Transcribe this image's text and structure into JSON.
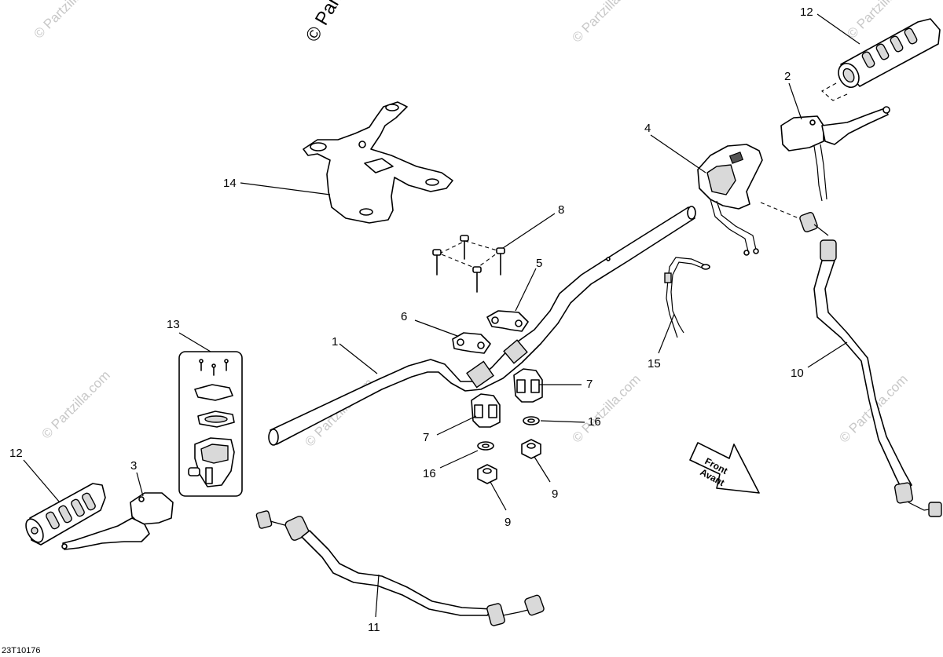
{
  "copyright": "© Panzilla",
  "watermark": "© Partzilla.com",
  "reference_code": "23T10176",
  "front_arrow": {
    "line1": "Front",
    "line2": "Avant"
  },
  "callouts": {
    "c1": "1",
    "c2": "2",
    "c3": "3",
    "c4": "4",
    "c5": "5",
    "c6": "6",
    "c7a": "7",
    "c7b": "7",
    "c8": "8",
    "c9a": "9",
    "c9b": "9",
    "c10": "10",
    "c11": "11",
    "c12a": "12",
    "c12b": "12",
    "c13": "13",
    "c14": "14",
    "c15": "15",
    "c16a": "16",
    "c16b": "16"
  }
}
